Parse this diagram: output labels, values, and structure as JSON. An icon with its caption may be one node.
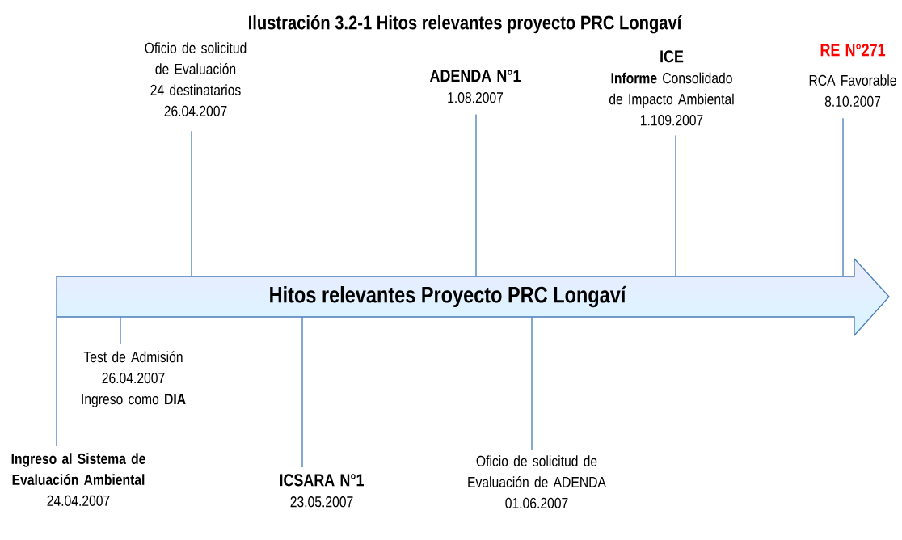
{
  "diagram": {
    "title": "Ilustración 3.2-1 Hitos relevantes proyecto PRC Longaví",
    "nodes": [
      {
        "text": [
          "Oficio de solicitud de Evaluación",
          "24 destinatarios",
          "26.04.2007"
        ]
      },
      {
        "text": [
          "ADENDA N°1",
          "1.08.2007"
        ]
      },
      {
        "text": [
          "ICE",
          "**Informe** Consolidado de Impacto Ambiental",
          "1.109.2007"
        ]
      },
      {
        "text": [
          "RE N°271",
          "RCA Favorable",
          "8.10.2007"
        ]
      },
      {
        "text": [
          "Hitos relevantes Proyecto PRC Longaví"
        ]
      },
      {
        "text": [
          "Test de Admisión",
          "26.04.2007",
          "Ingreso como **DIA**"
        ]
      },
      {
        "text": [
          "Ingreso al Sistema de Evaluación Ambiental",
          "24.04.2007"
        ]
      },
      {
        "text": [
          "ICSARA N°1",
          "23.05.2007"
        ]
      },
      {
        "text": [
          "Oficio de solicitud de Evaluación de ADENDA",
          "01.06.2007"
        ]
      }
    ],
    "edges": [
      {
        "from": 0,
        "to": 4,
        "arrow": "none"
      },
      {
        "from": 1,
        "to": 4,
        "arrow": "none"
      },
      {
        "from": 2,
        "to": 4,
        "arrow": "none"
      },
      {
        "from": 3,
        "to": 4,
        "arrow": "none"
      },
      {
        "from": 5,
        "to": 4,
        "arrow": "none"
      },
      {
        "from": 6,
        "to": 4,
        "arrow": "none"
      },
      {
        "from": 7,
        "to": 4,
        "arrow": "none"
      },
      {
        "from": 8,
        "to": 4,
        "arrow": "none"
      }
    ]
  }
}
